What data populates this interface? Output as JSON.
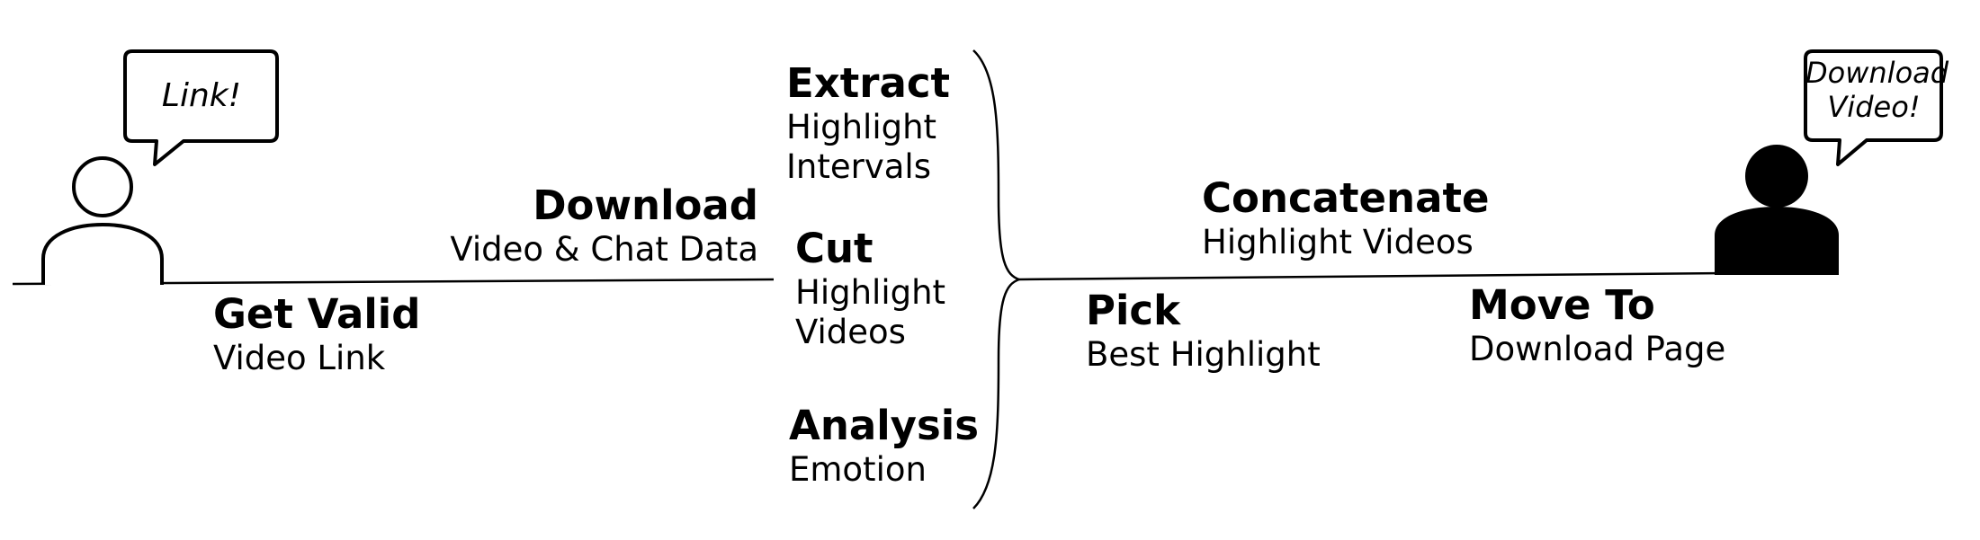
{
  "steps": {
    "get_valid": {
      "title": "Get Valid",
      "sub": "Video Link"
    },
    "download": {
      "title": "Download",
      "sub": "Video & Chat Data"
    },
    "extract": {
      "title": "Extract",
      "sub1": "Highlight",
      "sub2": "Intervals"
    },
    "cut": {
      "title": "Cut",
      "sub1": "Highlight",
      "sub2": "Videos"
    },
    "analysis": {
      "title": "Analysis",
      "sub": "Emotion"
    },
    "concatenate": {
      "title": "Concatenate",
      "sub": "Highlight Videos"
    },
    "pick": {
      "title": "Pick",
      "sub": "Best Highlight"
    },
    "move_to": {
      "title": "Move To",
      "sub": "Download Page"
    }
  },
  "bubbles": {
    "start_user": "Link!",
    "end_user": {
      "line1": "Download",
      "line2": "Video!"
    }
  },
  "icons": {
    "start_user": "user-outline-icon",
    "end_user": "user-filled-icon"
  }
}
